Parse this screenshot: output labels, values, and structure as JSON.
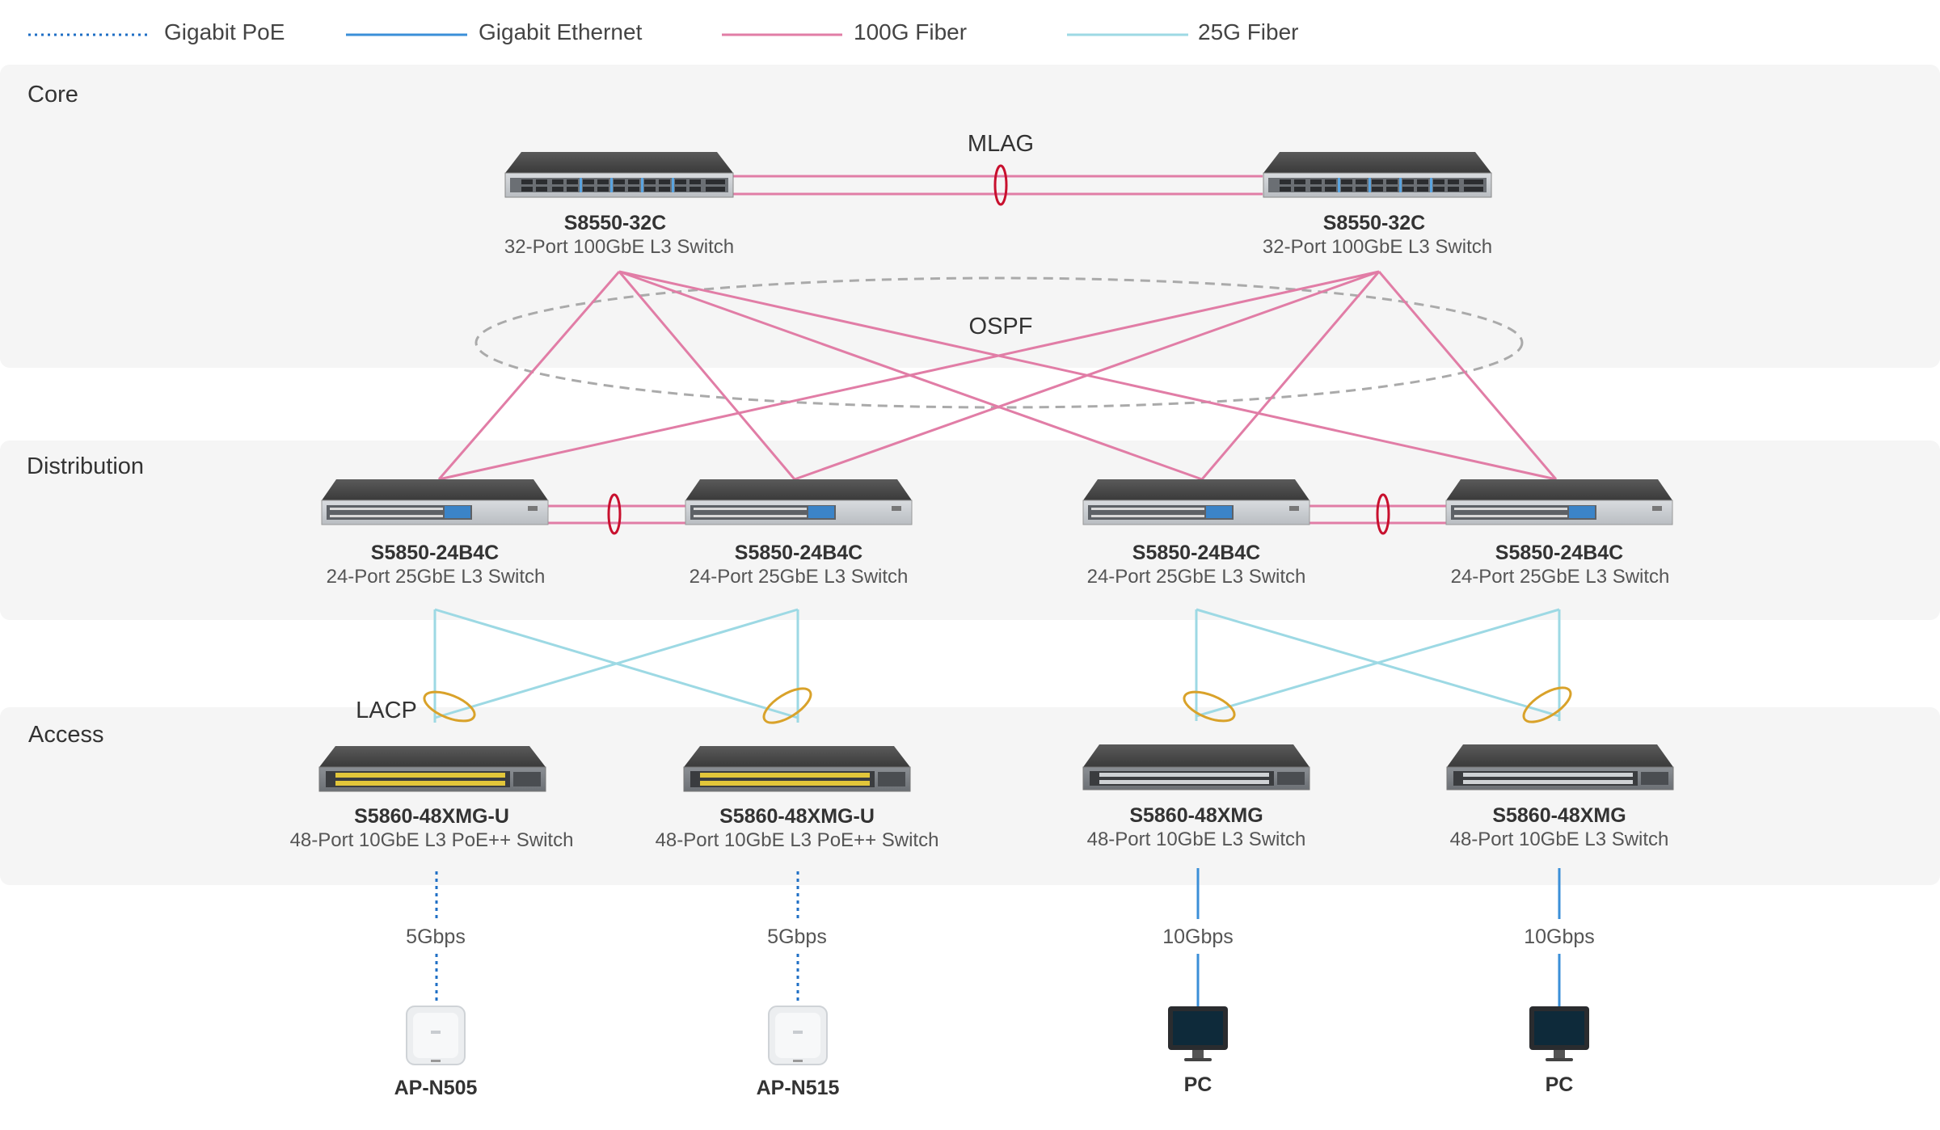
{
  "legend": [
    {
      "label": "Gigabit PoE",
      "style": "dotted",
      "color": "#1f6fc5"
    },
    {
      "label": "Gigabit Ethernet",
      "style": "solid",
      "color": "#3b8fd8"
    },
    {
      "label": "100G Fiber",
      "style": "solid",
      "color": "#e17da6"
    },
    {
      "label": "25G Fiber",
      "style": "solid",
      "color": "#9dd9e4"
    }
  ],
  "bands": {
    "core": "Core",
    "distribution": "Distribution",
    "access": "Access"
  },
  "protocols": {
    "mlag": "MLAG",
    "ospf": "OSPF",
    "lacp": "LACP"
  },
  "core_switches": [
    {
      "model": "S8550-32C",
      "desc": "32-Port 100GbE L3 Switch"
    },
    {
      "model": "S8550-32C",
      "desc": "32-Port 100GbE L3 Switch"
    }
  ],
  "distribution_switches": [
    {
      "model": "S5850-24B4C",
      "desc": "24-Port 25GbE L3 Switch"
    },
    {
      "model": "S5850-24B4C",
      "desc": "24-Port 25GbE L3 Switch"
    },
    {
      "model": "S5850-24B4C",
      "desc": "24-Port 25GbE L3 Switch"
    },
    {
      "model": "S5850-24B4C",
      "desc": "24-Port 25GbE L3 Switch"
    }
  ],
  "access_switches": [
    {
      "model": "S5860-48XMG-U",
      "desc": "48-Port 10GbE L3 PoE++ Switch"
    },
    {
      "model": "S5860-48XMG-U",
      "desc": "48-Port 10GbE L3 PoE++ Switch"
    },
    {
      "model": "S5860-48XMG",
      "desc": "48-Port 10GbE L3 Switch"
    },
    {
      "model": "S5860-48XMG",
      "desc": "48-Port 10GbE L3 Switch"
    }
  ],
  "links": [
    {
      "speed": "5Gbps",
      "type": "Gigabit PoE"
    },
    {
      "speed": "5Gbps",
      "type": "Gigabit PoE"
    },
    {
      "speed": "10Gbps",
      "type": "Gigabit Ethernet"
    },
    {
      "speed": "10Gbps",
      "type": "Gigabit Ethernet"
    }
  ],
  "endpoints": [
    {
      "name": "AP-N505",
      "icon": "access-point-icon"
    },
    {
      "name": "AP-N515",
      "icon": "access-point-icon"
    },
    {
      "name": "PC",
      "icon": "pc-monitor-icon"
    },
    {
      "name": "PC",
      "icon": "pc-monitor-icon"
    }
  ],
  "colors": {
    "band_bg": "#f5f5f5",
    "fiber_100g": "#e17da6",
    "fiber_25g": "#9dd9e4",
    "gig_eth": "#3b8fd8",
    "poe": "#1f6fc5",
    "mlag_ring": "#c8102e",
    "lacp_ring": "#d9a22a",
    "ospf_ring": "#aaaaaa"
  }
}
